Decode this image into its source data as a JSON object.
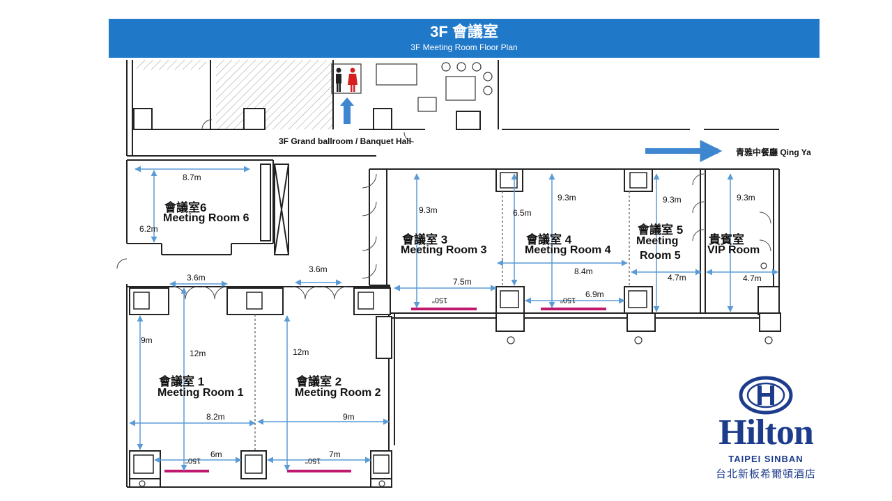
{
  "header": {
    "title": "3F 會議室",
    "subtitle": "3F Meeting Room Floor Plan"
  },
  "labels": {
    "ballroom": "3F Grand ballroom / Banquet Hall",
    "qingya": "青雅中餐廳 Qing Ya"
  },
  "rooms": {
    "r1": {
      "zh": "會議室 1",
      "en": "Meeting Room 1"
    },
    "r2": {
      "zh": "會議室 2",
      "en": "Meeting Room 2"
    },
    "r3": {
      "zh": "會議室 3",
      "en": "Meeting Room 3"
    },
    "r4": {
      "zh": "會議室 4",
      "en": "Meeting Room 4"
    },
    "r5": {
      "zh": "會議室 5",
      "en1": "Meeting",
      "en2": "Room 5"
    },
    "r6": {
      "zh": "會議室6",
      "en": "Meeting Room 6"
    },
    "vip": {
      "zh": "貴賓室",
      "en": "VIP Room"
    }
  },
  "dimensions": {
    "r6_w": "8.7m",
    "r6_h": "6.2m",
    "corr_a": "3.6m",
    "corr_b": "3.6m",
    "r3_h": "9.3m",
    "r3_w": "7.5m",
    "r4_h1": "6.5m",
    "r4_h2": "9.3m",
    "r4_w1": "8.4m",
    "r4_w2": "6.9m",
    "r5_h": "9.3m",
    "r5_w": "4.7m",
    "vip_h": "9.3m",
    "vip_w": "4.7m",
    "r1_h1": "9m",
    "r1_h2": "12m",
    "r1_w1": "8.2m",
    "r1_w2": "6m",
    "r2_h": "12m",
    "r2_w1": "9m",
    "r2_w2": "7m"
  },
  "screens": {
    "s1": "150\"",
    "s2": "150\"",
    "s3": "150\"",
    "s4": "150\""
  },
  "logo": {
    "word": "Hilton",
    "sub_en": "TAIPEI SINBAN",
    "sub_zh": "台北新板希爾頓酒店"
  },
  "colors": {
    "header": "#1f78c8",
    "dim_line": "#5b9bd5",
    "screen": "#c0186e",
    "logo": "#1d3c8c"
  }
}
